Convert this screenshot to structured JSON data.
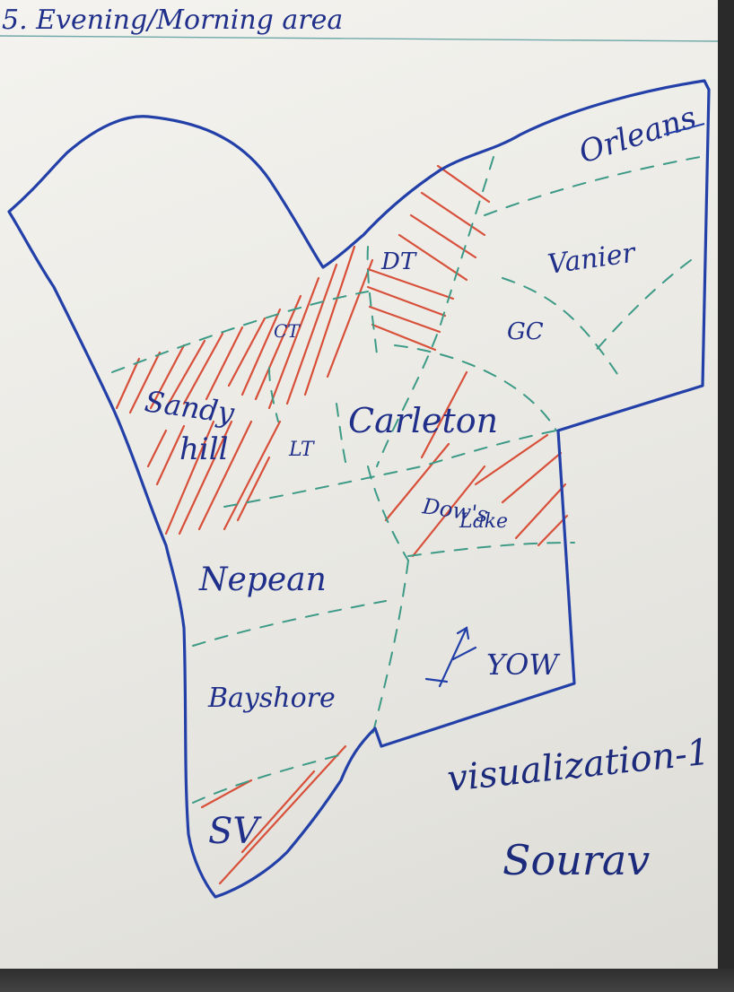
{
  "header": {
    "text": "5. Evening/Morning area"
  },
  "regions": {
    "orleans": "Orleans",
    "dt": "DT",
    "vanier": "Vanier",
    "ct": "CT",
    "gc": "GC",
    "sandy_hill": "Sandy",
    "sandy_hill_2": "hill",
    "lt": "LT",
    "carleton": "Carleton",
    "dows_lake_1": "Dow's",
    "dows_lake_2": "Lake",
    "nepean": "Nepean",
    "yow": "YOW",
    "bayshore": "Bayshore",
    "sv": "SV"
  },
  "caption": {
    "line1": "visualization-1",
    "line2": "Sourav"
  },
  "colors": {
    "marker_blue": "#2340a8",
    "hatch_red": "#d8503a",
    "dashed_teal": "#3c9a86",
    "board": "#eeede8"
  },
  "icons": {
    "airport": "airplane-icon"
  }
}
